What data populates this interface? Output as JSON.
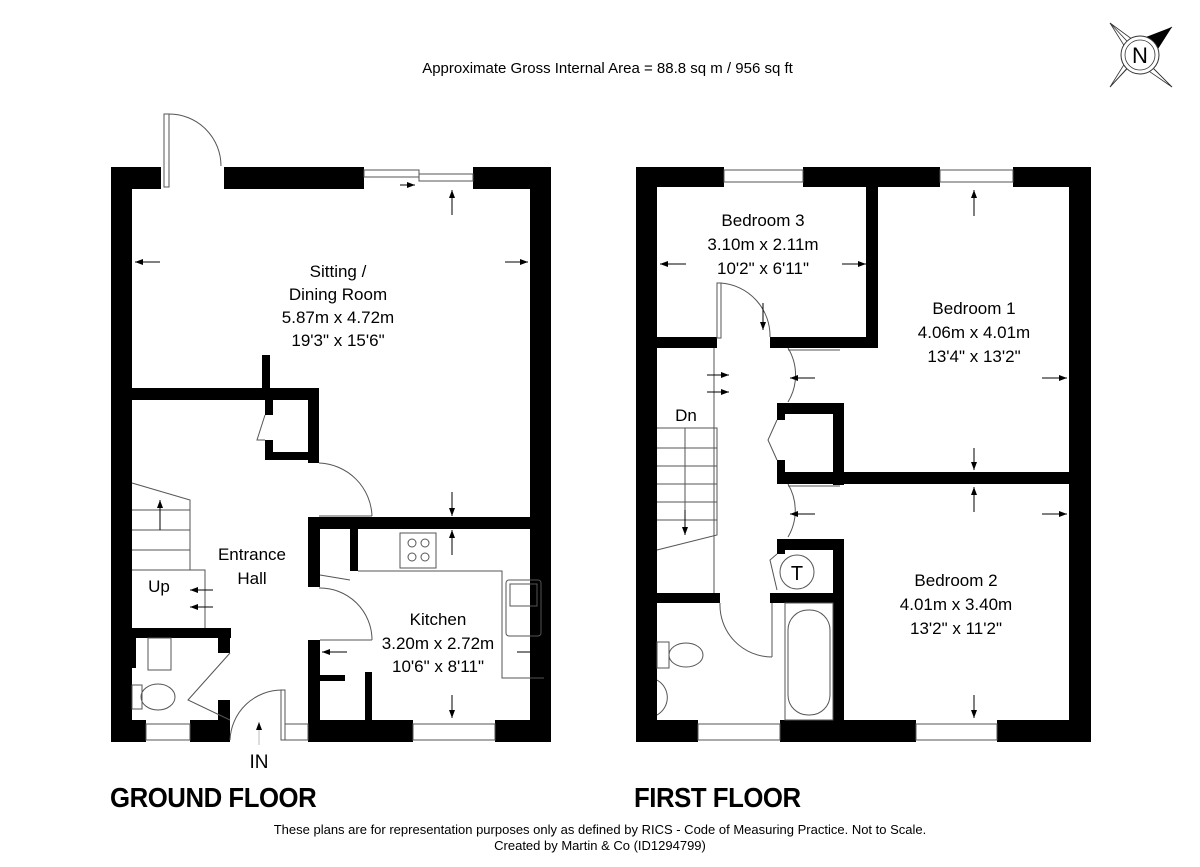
{
  "header": {
    "area_summary": "Approximate Gross Internal Area = 88.8 sq m / 956 sq ft",
    "compass_letter": "N"
  },
  "ground_floor": {
    "label": "GROUND FLOOR",
    "entrance_label": "IN",
    "stairs_label": "Up",
    "rooms": [
      {
        "name_line1": "Sitting /",
        "name_line2": "Dining Room",
        "metric": "5.87m x 4.72m",
        "imperial": "19'3\" x 15'6\""
      },
      {
        "name_line1": "Entrance",
        "name_line2": "Hall"
      },
      {
        "name": "Kitchen",
        "metric": "3.20m x 2.72m",
        "imperial": "10'6\" x 8'11\""
      }
    ]
  },
  "first_floor": {
    "label": "FIRST FLOOR",
    "stairs_label": "Dn",
    "tank_label": "T",
    "rooms": [
      {
        "name": "Bedroom 3",
        "metric": "3.10m x 2.11m",
        "imperial": "10'2\" x 6'11\""
      },
      {
        "name": "Bedroom 1",
        "metric": "4.06m x 4.01m",
        "imperial": "13'4\" x 13'2\""
      },
      {
        "name": "Bedroom 2",
        "metric": "4.01m x 3.40m",
        "imperial": "13'2\" x 11'2\""
      }
    ]
  },
  "footer": {
    "disclaimer": "These plans are for representation purposes only as defined by RICS - Code of Measuring Practice. Not to Scale.",
    "credit": "Created by Martin & Co (ID1294799)"
  },
  "colors": {
    "wall": "#000000",
    "line": "#555555",
    "background": "#ffffff"
  }
}
